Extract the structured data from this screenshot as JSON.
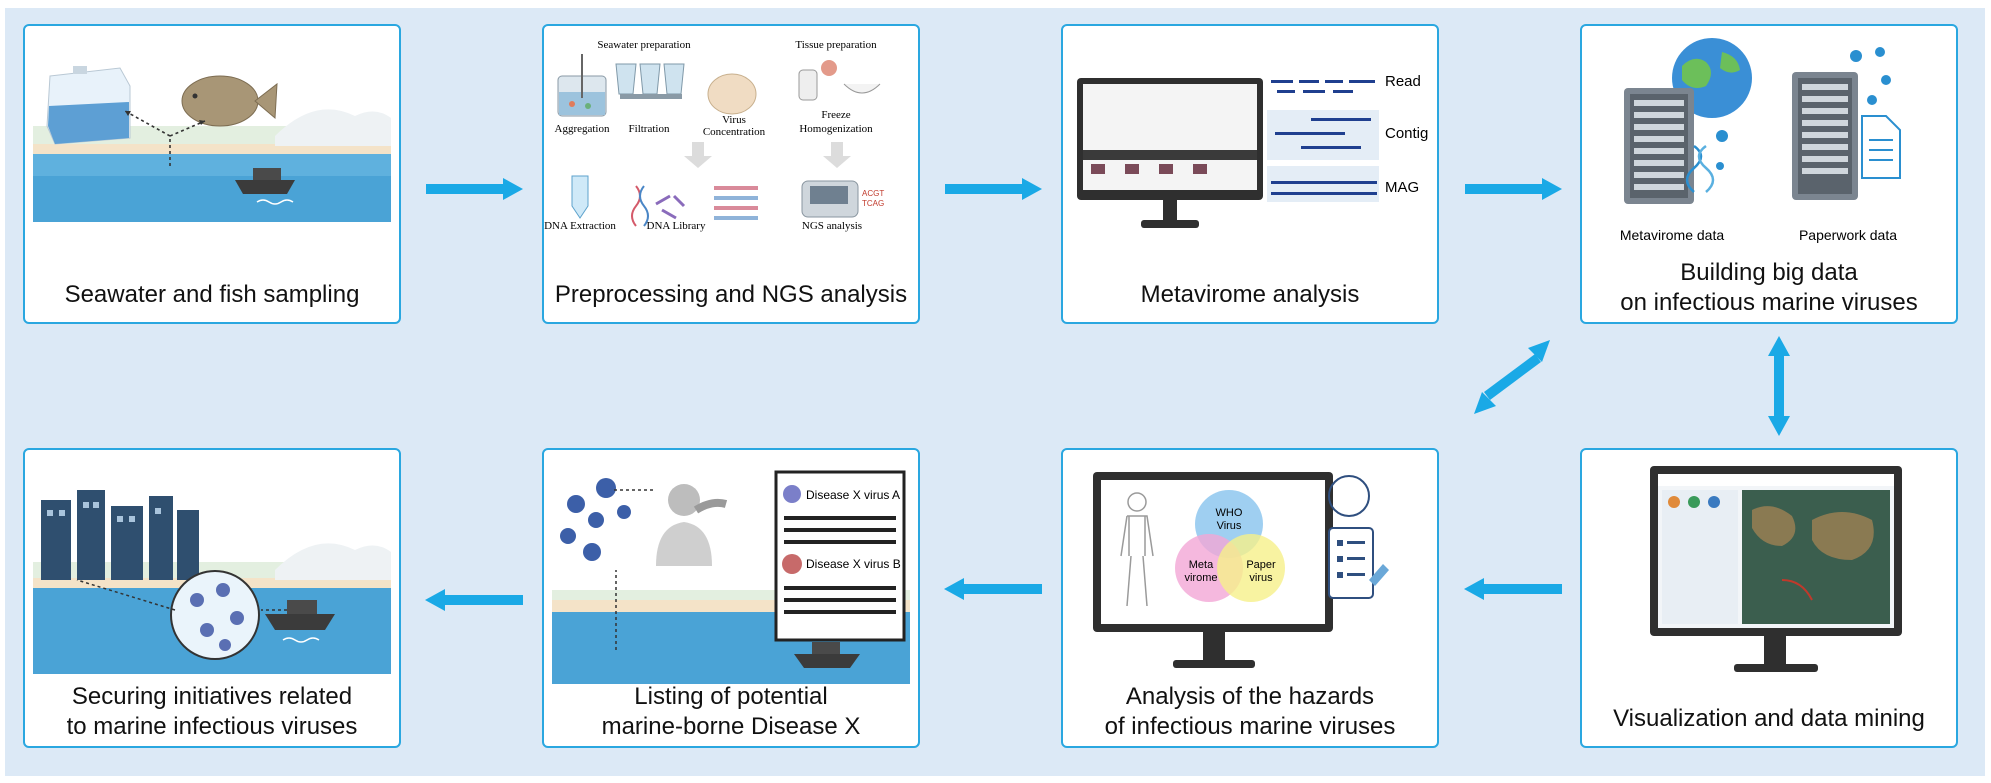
{
  "panels": {
    "p1": {
      "caption": "Seawater and fish sampling"
    },
    "p2": {
      "caption": "Preprocessing and NGS analysis",
      "labels": {
        "seawater_prep": "Seawater preparation",
        "tissue_prep": "Tissue preparation",
        "aggregation": "Aggregation",
        "filtration": "Filtration",
        "virus_conc_1": "Virus",
        "virus_conc_2": "Concentration",
        "freeze": "Freeze",
        "homogenization": "Homogenization",
        "dna_extraction": "DNA Extraction",
        "dna_library": "DNA Library",
        "ngs_analysis": "NGS analysis"
      }
    },
    "p3": {
      "caption": "Metavirome analysis",
      "labels": {
        "read": "Read",
        "contig": "Contig",
        "mag": "MAG"
      }
    },
    "p4": {
      "caption_line1": "Building big data",
      "caption_line2": "on infectious marine viruses",
      "labels": {
        "metavirome_data": "Metavirome data",
        "paperwork_data": "Paperwork data"
      }
    },
    "p5": {
      "caption": "Visualization and data mining"
    },
    "p6": {
      "caption_line1": "Analysis of the hazards",
      "caption_line2": "of infectious marine viruses",
      "labels": {
        "who_1": "WHO",
        "who_2": "Virus",
        "meta_1": "Meta",
        "meta_2": "virome",
        "paper_1": "Paper",
        "paper_2": "virus"
      }
    },
    "p7": {
      "caption_line1": "Listing of potential",
      "caption_line2": "marine-borne Disease X",
      "labels": {
        "virus_a": "Disease X virus A",
        "virus_b": "Disease X virus B"
      }
    },
    "p8": {
      "caption_line1": "Securing initiatives related",
      "caption_line2": "to marine infectious viruses"
    }
  },
  "colors": {
    "background": "#dce9f6",
    "panel_border": "#2aa7e0",
    "arrow": "#1aa9e6"
  },
  "icons": [
    "flow-arrow-icon",
    "double-arrow-icon",
    "server-icon",
    "globe-icon",
    "dna-icon",
    "virus-icon",
    "document-icon",
    "monitor-icon",
    "fish-icon",
    "boat-icon",
    "building-icon",
    "person-icon",
    "checklist-icon"
  ]
}
